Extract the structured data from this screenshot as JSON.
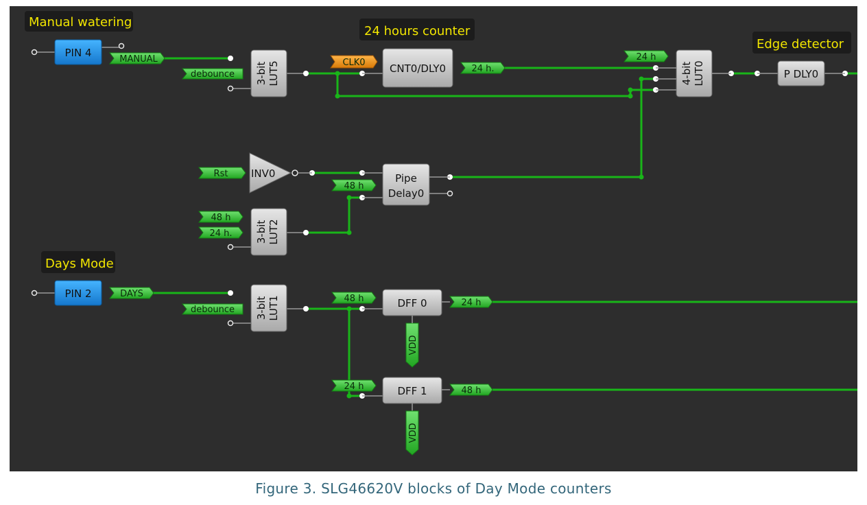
{
  "section_titles": {
    "manual": "Manual watering",
    "counter": "24 hours counter",
    "edge": "Edge detector",
    "days": "Days Mode"
  },
  "blocks": {
    "pin4": "PIN 4",
    "pin2": "PIN 2",
    "lut5_top": "3-bit",
    "lut5_bot": "LUT5",
    "lut2_top": "3-bit",
    "lut2_bot": "LUT2",
    "lut1_top": "3-bit",
    "lut1_bot": "LUT1",
    "lut0_top": "4-bit",
    "lut0_bot": "LUT0",
    "cnt0": "CNT0/DLY0",
    "pdly0": "P DLY0",
    "inv0": "INV0",
    "pipe_top": "Pipe",
    "pipe_bot": "Delay0",
    "dff0": "DFF 0",
    "dff1": "DFF 1"
  },
  "tags": {
    "manual": "MANUAL",
    "debounce1": "debounce",
    "clk0": "CLK0",
    "cnt_out": "24 h.",
    "lut0_in": "24 h",
    "rst": "Rst",
    "pipe_in": "48 h",
    "lut2_in1": "48 h",
    "lut2_in2": "24 h.",
    "days": "DAYS",
    "debounce2": "debounce",
    "dff0_in": "48 h",
    "dff0_out": "24 h",
    "dff0_vdd": "VDD",
    "dff1_in": "24 h",
    "dff1_out": "48 h",
    "dff1_vdd": "VDD"
  },
  "caption": "Figure 3. SLG46620V blocks of Day Mode counters",
  "colors": {
    "background": "#2d2d2d",
    "wire": "#19b519",
    "pin_block": "#1e90e8",
    "tag": "#3cc23c",
    "clock_tag": "#e8901a",
    "block": "#c4c4c4",
    "title": "#f2e600",
    "caption": "#33667a"
  }
}
